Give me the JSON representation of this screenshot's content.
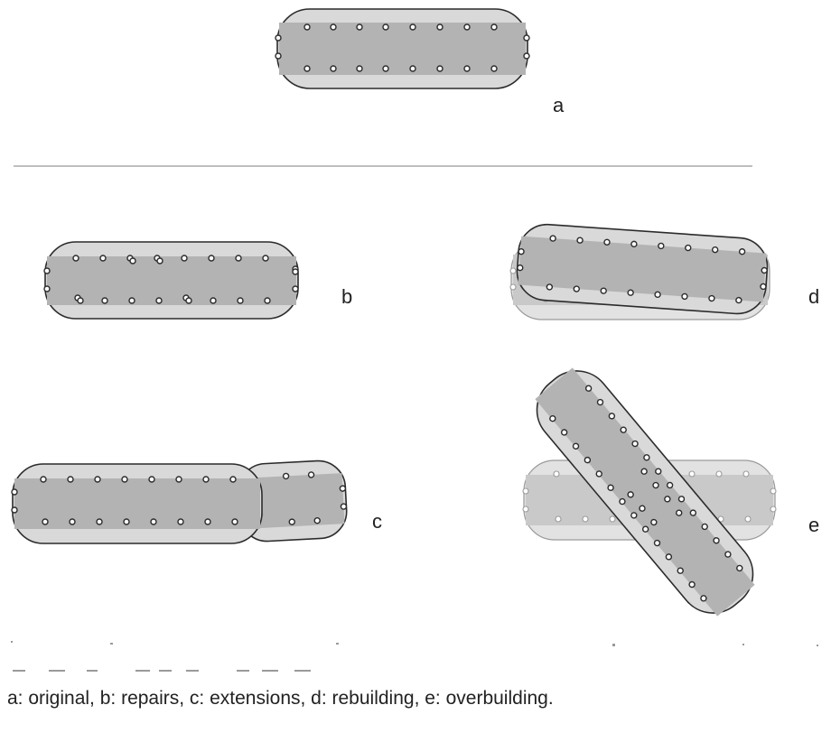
{
  "panels": [
    {
      "id": "a",
      "letter": "a"
    },
    {
      "id": "b",
      "letter": "b"
    },
    {
      "id": "c",
      "letter": "c"
    },
    {
      "id": "d",
      "letter": "d"
    },
    {
      "id": "e",
      "letter": "e"
    }
  ],
  "caption": "a: original, b: repairs, c: extensions, d: rebuilding, e: overbuilding."
}
